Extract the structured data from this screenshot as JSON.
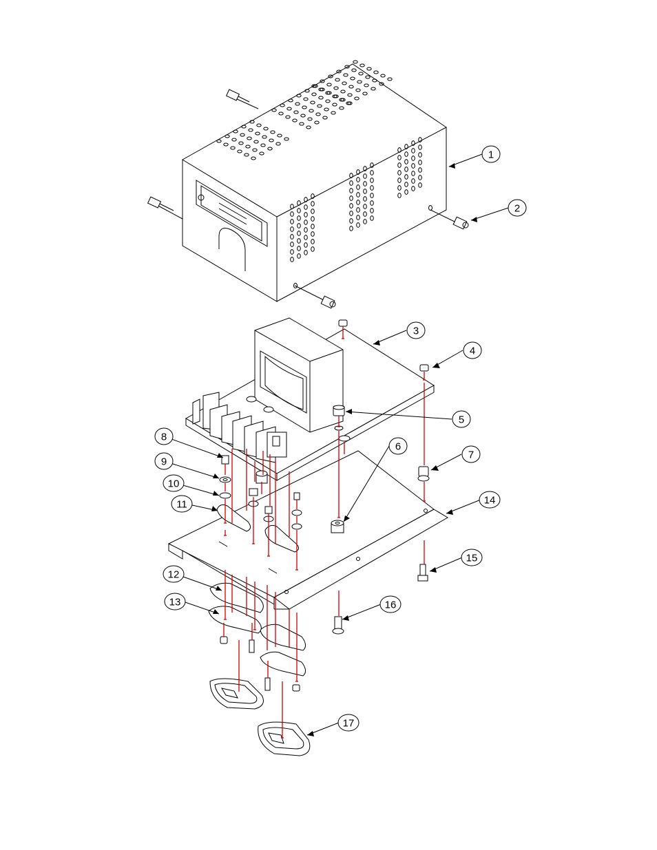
{
  "diagram": {
    "callouts": [
      {
        "id": "1",
        "label": "1"
      },
      {
        "id": "2",
        "label": "2"
      },
      {
        "id": "3",
        "label": "3"
      },
      {
        "id": "4",
        "label": "4"
      },
      {
        "id": "5",
        "label": "5"
      },
      {
        "id": "6",
        "label": "6"
      },
      {
        "id": "7",
        "label": "7"
      },
      {
        "id": "8",
        "label": "8"
      },
      {
        "id": "9",
        "label": "9"
      },
      {
        "id": "10",
        "label": "10"
      },
      {
        "id": "11",
        "label": "11"
      },
      {
        "id": "12",
        "label": "12"
      },
      {
        "id": "13",
        "label": "13"
      },
      {
        "id": "14",
        "label": "14"
      },
      {
        "id": "15",
        "label": "15"
      },
      {
        "id": "16",
        "label": "16"
      },
      {
        "id": "17",
        "label": "17"
      }
    ],
    "colors": {
      "line": "#000000",
      "assembly_line": "#d00000",
      "background": "#ffffff"
    }
  }
}
